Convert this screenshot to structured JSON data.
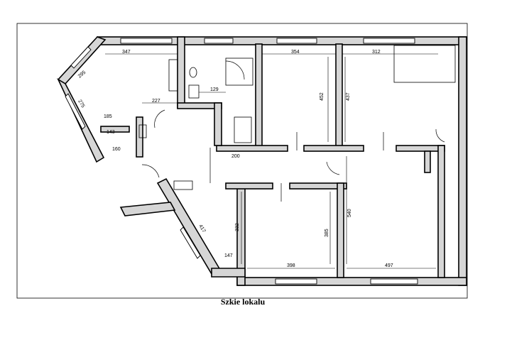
{
  "caption": "Szkie lokalu",
  "dimensions": {
    "d347": "347",
    "d354": "354",
    "d312": "312",
    "d452": "452",
    "d437": "437",
    "d227": "227",
    "d129": "129",
    "d295": "295",
    "d275": "275",
    "d185": "185",
    "d143": "143",
    "d160": "160",
    "d332": "332",
    "d398": "398",
    "d385": "385",
    "d540": "540",
    "d497": "497",
    "d417": "417",
    "d147": "147",
    "d200": "200"
  }
}
